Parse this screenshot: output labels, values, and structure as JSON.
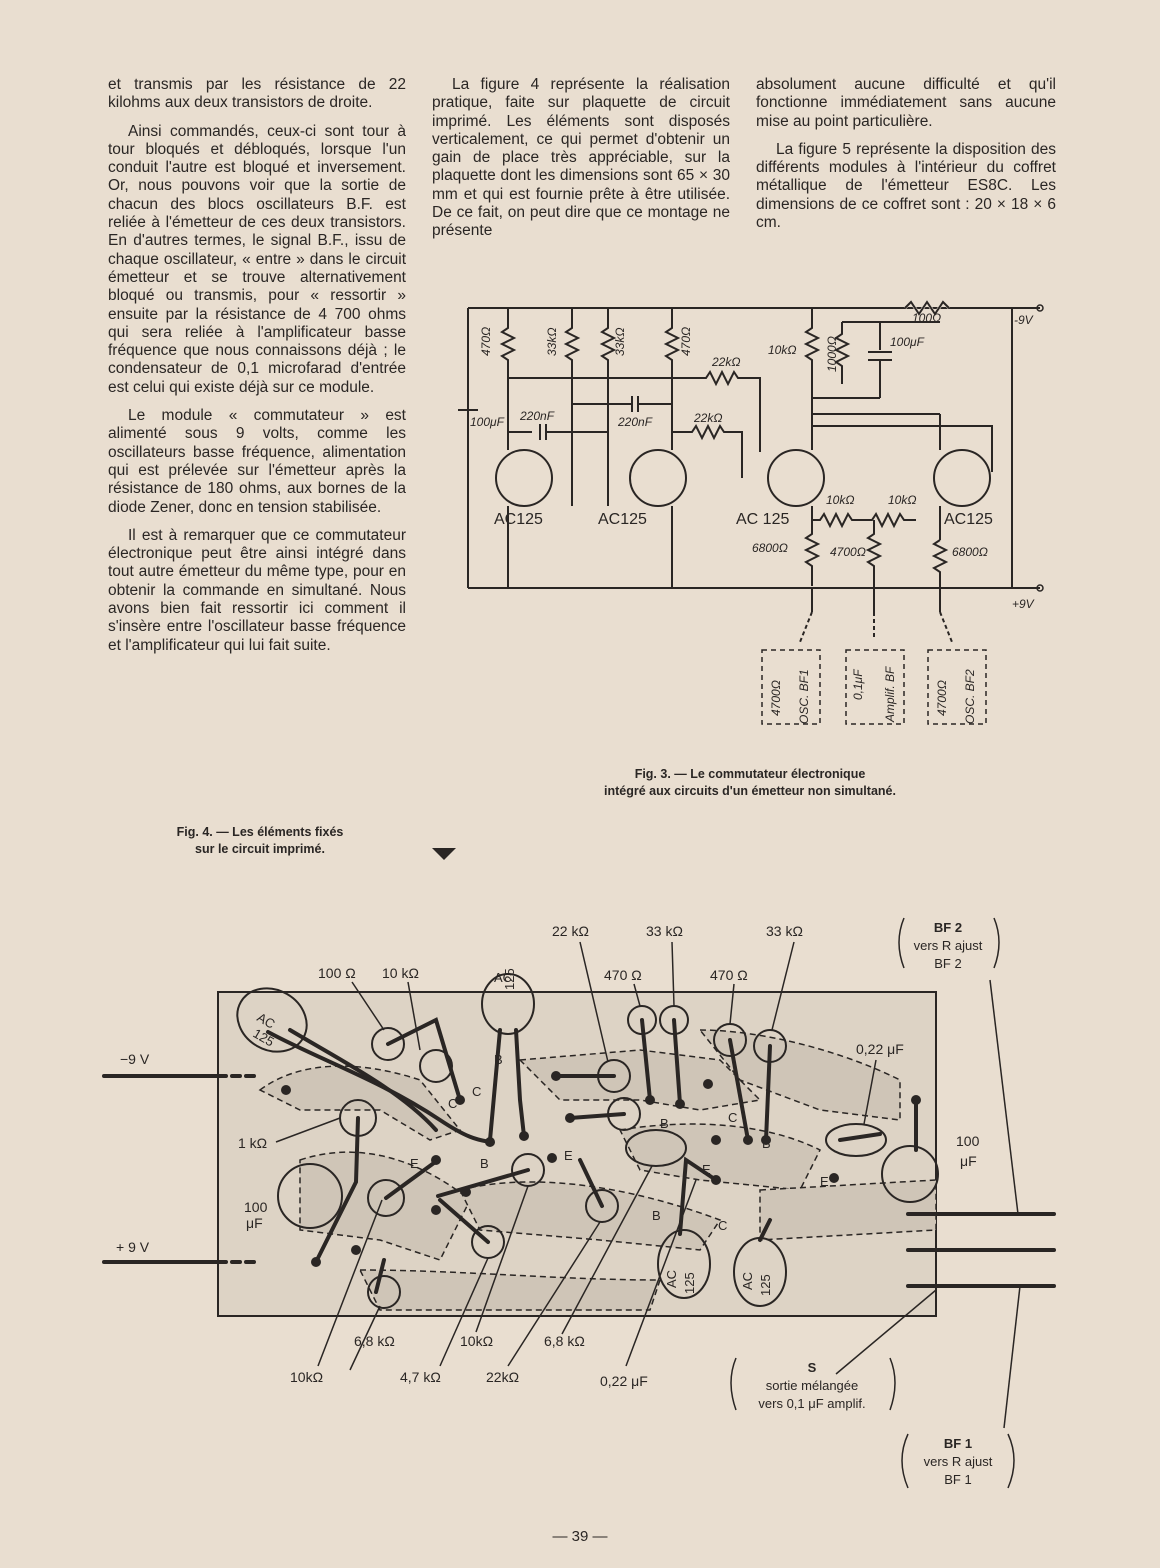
{
  "columns": {
    "col1": [
      "et transmis par les résistance de 22 kilohms aux deux transistors de droite.",
      "Ainsi commandés, ceux-ci sont tour à tour bloqués et débloqués, lorsque l'un conduit l'autre est bloqué et inversement. Or, nous pouvons voir que la sortie de chacun des blocs oscillateurs B.F. est reliée à l'émetteur de ces deux transistors. En d'autres termes, le signal B.F., issu de chaque oscillateur, « entre » dans le circuit émetteur et se trouve alternativement bloqué ou transmis, pour « ressortir » ensuite par la résistance de 4 700 ohms qui sera reliée à l'amplificateur basse fréquence que nous connaissons déjà ; le condensateur de 0,1 microfarad d'entrée est celui qui existe déjà sur ce module.",
      "Le module « commutateur » est alimenté sous 9 volts, comme les oscillateurs basse fréquence, alimentation qui est prélevée sur l'émetteur après la résistance de 180 ohms, aux bornes de la diode Zener, donc en tension stabilisée.",
      "Il est à remarquer que ce commutateur électronique peut être ainsi intégré dans tout autre émetteur du même type, pour en obtenir la commande en simultané. Nous avons bien fait ressortir ici comment il s'insère entre l'oscillateur basse fréquence et l'amplificateur qui lui fait suite."
    ],
    "col2": [
      "La figure 4 représente la réalisation pratique, faite sur plaquette de circuit imprimé. Les éléments sont disposés verticalement, ce qui permet d'obtenir un gain de place très appréciable, sur la plaquette dont les dimensions sont 65 × 30 mm et qui est fournie prête à être utilisée. De ce fait, on peut dire que ce montage ne présente"
    ],
    "col3": [
      "absolument aucune difficulté et qu'il fonctionne immédiatement sans aucune mise au point particulière.",
      "La figure 5 représente la disposition des différents modules à l'intérieur du coffret métallique de l'émetteur ES8C. Les dimensions de ce coffret sont : 20 × 18 × 6 cm."
    ]
  },
  "fig3": {
    "caption_line1": "Fig. 3. — Le commutateur électronique",
    "caption_line2": "intégré aux circuits d'un émetteur non simultané.",
    "labels": {
      "r470a": "470Ω",
      "r33a": "33kΩ",
      "r33b": "33kΩ",
      "r470b": "470Ω",
      "r22a": "22kΩ",
      "r22b": "22kΩ",
      "r10k": "10kΩ",
      "r1000": "1000Ω",
      "r100": "100Ω",
      "c100a": "100μF",
      "c100b": "100μF",
      "c220a": "220nF",
      "c220b": "220nF",
      "t1": "AC125",
      "t2": "AC125",
      "t3": "AC 125",
      "t4": "AC125",
      "r10kb": "10kΩ",
      "r10kc": "10kΩ",
      "r6800a": "6800Ω",
      "r4700": "4700Ω",
      "r6800b": "6800Ω",
      "m9v": "-9V",
      "p9v": "+9V",
      "osc1a": "4700Ω",
      "osc1b": "OSC. BF1",
      "ampa": "0,1μF",
      "ampb": "Amplif. BF",
      "osc2a": "4700Ω",
      "osc2b": "OSC. BF2"
    }
  },
  "fig4": {
    "caption_line1": "Fig. 4. — Les éléments fixés",
    "caption_line2": "sur le circuit imprimé.",
    "labels": {
      "r100": "100 Ω",
      "r10k_top": "10 kΩ",
      "t_top_a": "AC",
      "t_top_b": "125",
      "t_left_a": "AC",
      "t_left_b": "125",
      "r22k_top": "22 kΩ",
      "r470a": "470 Ω",
      "r33a": "33 kΩ",
      "r470b": "470 Ω",
      "r33b": "33 kΩ",
      "c022_top": "0,22 μF",
      "m9v": "−9 V",
      "p9v": "+ 9 V",
      "r1k": "1 kΩ",
      "c100l_a": "100",
      "c100l_b": "μF",
      "c100r_a": "100",
      "c100r_b": "μF",
      "r68a": "6,8 kΩ",
      "r10k_b": "10kΩ",
      "r47": "4,7 kΩ",
      "r10k_c": "10kΩ",
      "r22k_b": "22kΩ",
      "r68b": "6,8 kΩ",
      "c022_b": "0,22 μF",
      "t_b1a": "AC",
      "t_b1b": "125",
      "t_b2a": "AC",
      "t_b2b": "125",
      "pinB1": "B",
      "pinC1": "C",
      "pinC2": "C",
      "pinE1": "E",
      "pinB2": "B",
      "pinE2": "E",
      "pinB3": "B",
      "pinB4": "B",
      "pinC3": "C",
      "pinE3": "E",
      "pinC4": "C",
      "pinB5": "B",
      "pinE4": "E",
      "bf2_a": "BF 2",
      "bf2_b": "vers R ajust",
      "bf2_c": "BF 2",
      "s_a": "S",
      "s_b": "sortie mélangée",
      "s_c": "vers 0,1 μF amplif.",
      "bf1_a": "BF 1",
      "bf1_b": "vers R ajust",
      "bf1_c": "BF 1"
    }
  },
  "page_number": "— 39 —"
}
